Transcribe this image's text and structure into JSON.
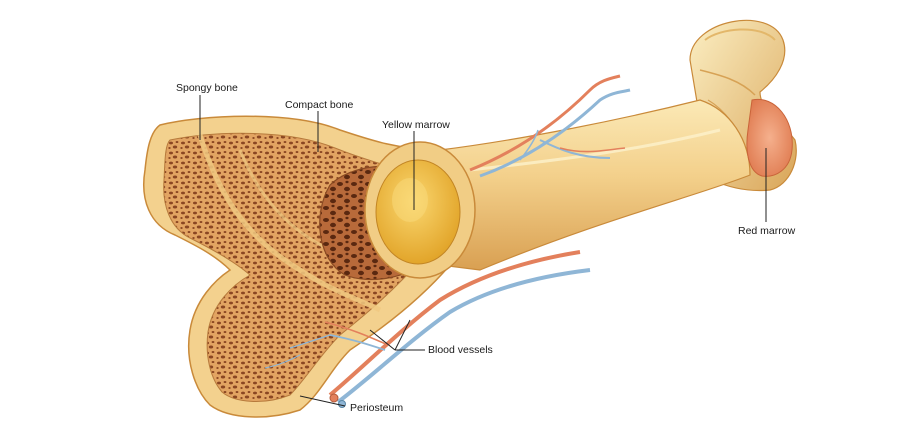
{
  "labels": {
    "spongy_bone": "Spongy bone",
    "compact_bone": "Compact bone",
    "yellow_marrow": "Yellow marrow",
    "red_marrow": "Red marrow",
    "blood_vessels": "Blood vessels",
    "periosteum": "Periosteum"
  },
  "colors": {
    "bone_light": "#f6dd9a",
    "bone_mid": "#e9b86a",
    "bone_dark": "#c98a3a",
    "spongy_fill": "#c27a45",
    "spongy_holes": "#7a3b1c",
    "yellow_marrow": "#f1bf3c",
    "red_marrow": "#e99063",
    "artery": "#e3805c",
    "vein": "#8fb6d6",
    "leader_line": "#222222"
  }
}
